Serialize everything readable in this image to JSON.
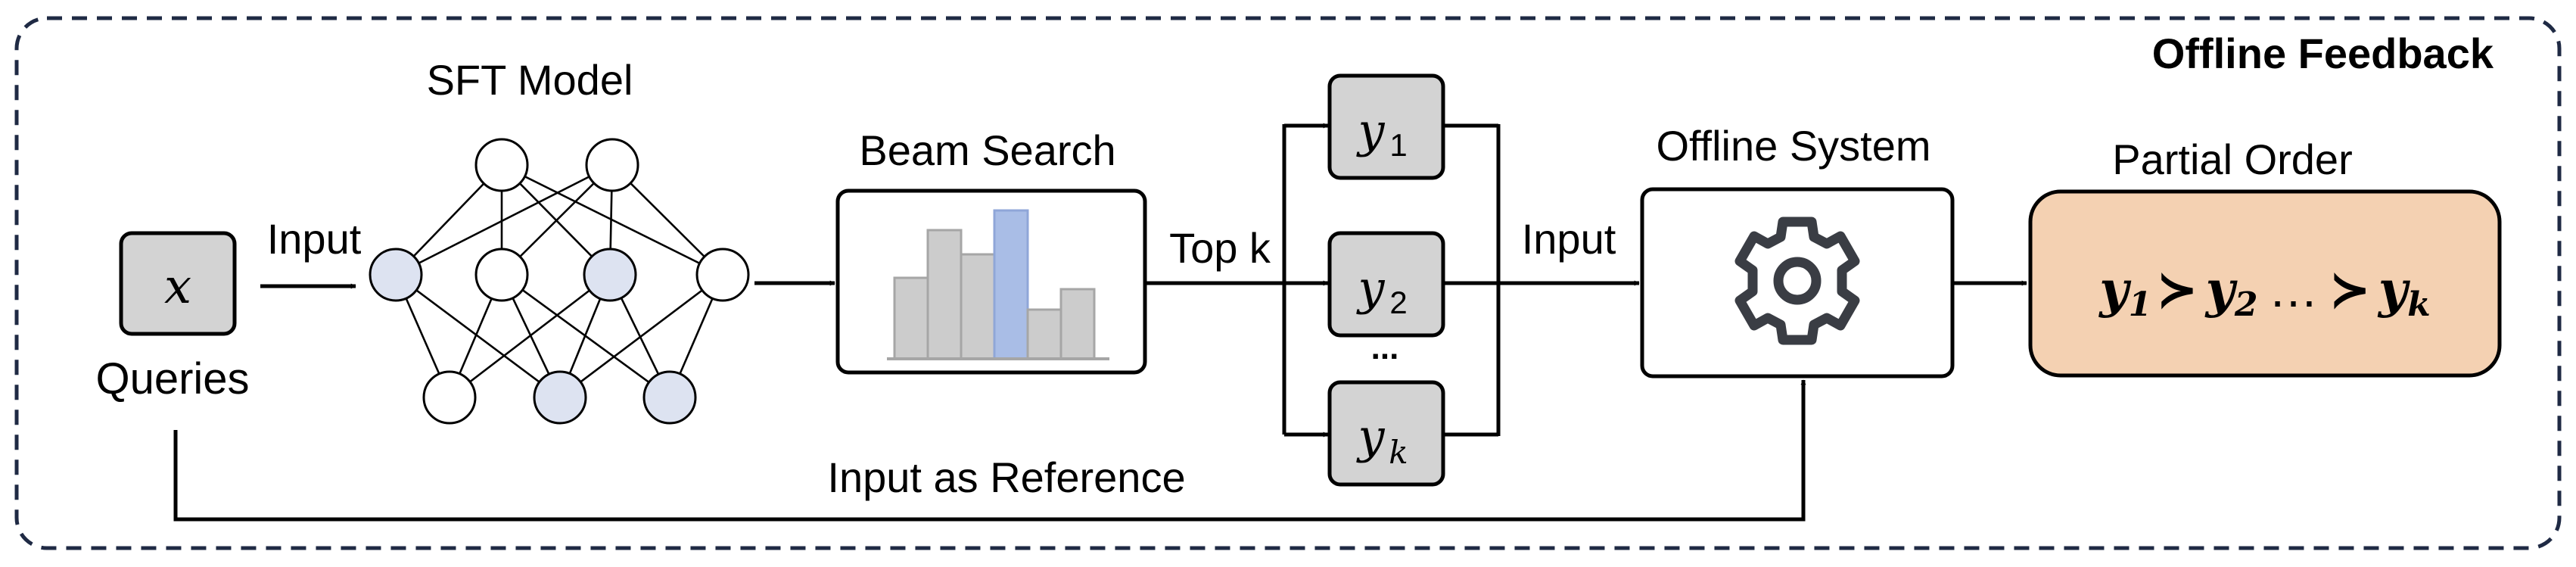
{
  "title": "Offline Feedback",
  "queries": {
    "symbol": "x",
    "label": "Queries"
  },
  "input_label": "Input",
  "sft_model": {
    "label": "SFT Model"
  },
  "beam_search": {
    "label": "Beam Search",
    "output_label": "Top k"
  },
  "outputs": {
    "y1": {
      "base": "y",
      "sub": "1"
    },
    "y2": {
      "base": "y",
      "sub": "2"
    },
    "yk": {
      "base": "y",
      "sub": "k"
    },
    "ellipsis": "..."
  },
  "offline_system": {
    "label": "Offline System",
    "input_label": "Input",
    "icon": "gear-icon"
  },
  "partial_order": {
    "label": "Partial Order",
    "y1": {
      "base": "y",
      "sub": "1"
    },
    "op1": "≻",
    "y2": {
      "base": "y",
      "sub": "2"
    },
    "dots": "…",
    "op2": "≻",
    "yk": {
      "base": "y",
      "sub": "k"
    }
  },
  "reference_label": "Input as Reference",
  "colors": {
    "border": "#1f2a44",
    "box_gray": "#d3d3d3",
    "node_fill": "#dde3f1",
    "bar_gray": "#cccccc",
    "bar_blue": "#a9bde6",
    "partial_order_fill": "#f4d1b2"
  }
}
